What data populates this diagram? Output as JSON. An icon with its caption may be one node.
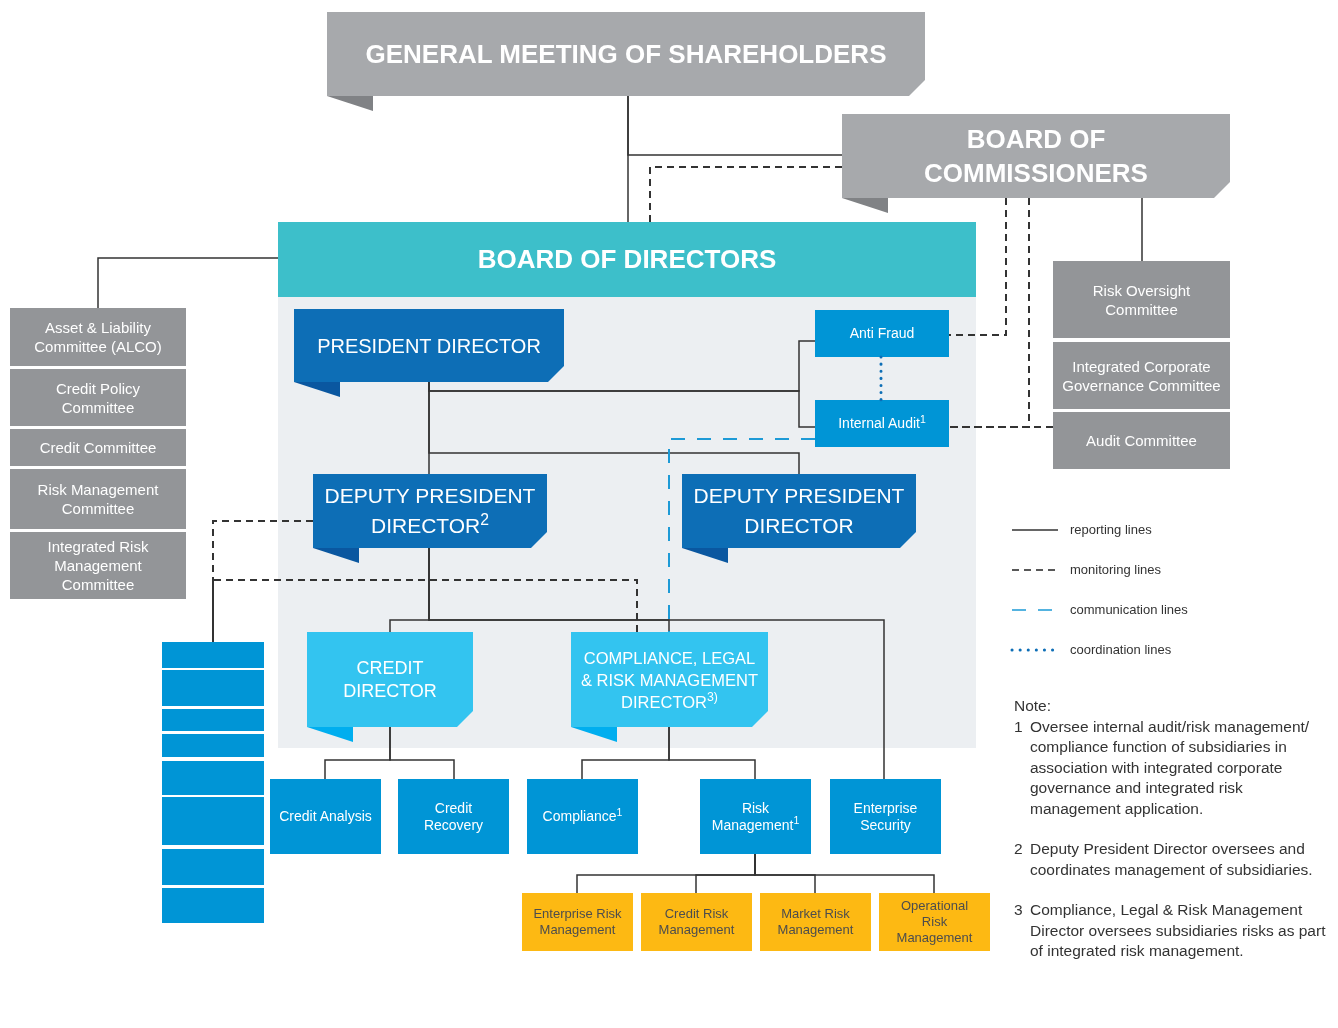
{
  "diagram": {
    "nodes": [
      {
        "text": [
          "GENERAL MEETING OF SHAREHOLDERS"
        ]
      },
      {
        "text": [
          "BOARD OF COMMISSIONERS"
        ]
      },
      {
        "text": [
          "BOARD OF DIRECTORS"
        ]
      },
      {
        "text": [
          "PRESIDENT DIRECTOR"
        ],
        "in": 2
      },
      {
        "text": [
          "Anti Fraud"
        ],
        "in": 2
      },
      {
        "text": [
          "Internal Audit$^{1}$"
        ],
        "in": 2
      },
      {
        "text": [
          "DEPUTY PRESIDENT DIRECTOR$^{2}$"
        ],
        "in": 2
      },
      {
        "text": [
          "DEPUTY PRESIDENT DIRECTOR"
        ],
        "in": 2
      },
      {
        "text": [
          "CREDIT DIRECTOR"
        ],
        "in": 2
      },
      {
        "text": [
          "COMPLIANCE, LEGAL & RISK MANAGEMENT DIRECTOR$^{3)}$"
        ],
        "in": 2
      },
      {
        "text": [
          "Credit Analysis"
        ]
      },
      {
        "text": [
          "Credit Recovery"
        ]
      },
      {
        "text": [
          "Compliance$^{1}$"
        ]
      },
      {
        "text": [
          "Risk Management$^{1}$"
        ]
      },
      {
        "text": [
          "Enterprise Security"
        ]
      },
      {
        "text": [
          "Enterprise Risk Management"
        ]
      },
      {
        "text": [
          "Credit Risk Management"
        ]
      },
      {
        "text": [
          "Market Risk Management"
        ]
      },
      {
        "text": [
          "Operational Risk Management"
        ]
      },
      {
        "text": [
          "Risk Oversight Committee"
        ]
      },
      {
        "text": [
          "Integrated Corporate Governance Committee"
        ]
      },
      {
        "text": [
          "Audit Committee"
        ]
      },
      {
        "text": [
          "Asset & Liability Committee (ALCO)"
        ]
      },
      {
        "text": [
          "Credit Policy Committee"
        ]
      },
      {
        "text": [
          "Credit Committee"
        ]
      },
      {
        "text": [
          "Risk Management Committee"
        ]
      },
      {
        "text": [
          "Integrated Risk Management Committee"
        ]
      },
      {
        "text": [],
        "shape": "box"
      },
      {
        "text": [],
        "shape": "box"
      },
      {
        "text": [],
        "shape": "box"
      },
      {
        "text": [],
        "shape": "box"
      },
      {
        "text": [],
        "shape": "box"
      },
      {
        "text": [],
        "shape": "box"
      },
      {
        "text": [],
        "shape": "box"
      },
      {
        "text": [],
        "shape": "box"
      }
    ],
    "edges": [
      {
        "from": 0,
        "to": 2,
        "arrow": "none"
      },
      {
        "from": 0,
        "to": 1,
        "arrow": "none"
      },
      {
        "from": 1,
        "to": 19,
        "arrow": "none"
      },
      {
        "from": 2,
        "to": 22,
        "arrow": "none"
      },
      {
        "from": 3,
        "to": 4,
        "arrow": "none"
      },
      {
        "from": 3,
        "to": 5,
        "arrow": "none"
      },
      {
        "from": 3,
        "to": 6,
        "arrow": "none"
      },
      {
        "from": 3,
        "to": 7,
        "arrow": "none"
      },
      {
        "from": 6,
        "to": 8,
        "arrow": "none"
      },
      {
        "from": 6,
        "to": 9,
        "arrow": "none"
      },
      {
        "from": 6,
        "to": 14,
        "arrow": "none"
      },
      {
        "from": 8,
        "to": 10,
        "arrow": "none"
      },
      {
        "from": 8,
        "to": 11,
        "arrow": "none"
      },
      {
        "from": 9,
        "to": 12,
        "arrow": "none"
      },
      {
        "from": 9,
        "to": 13,
        "arrow": "none"
      },
      {
        "from": 13,
        "to": 15,
        "arrow": "none"
      },
      {
        "from": 13,
        "to": 16,
        "arrow": "none"
      },
      {
        "from": 13,
        "to": 17,
        "arrow": "none"
      },
      {
        "from": 13,
        "to": 18,
        "arrow": "none"
      },
      {
        "from": 1,
        "to": 2,
        "arrow": "none",
        "style": "dashed"
      },
      {
        "from": 1,
        "to": 4,
        "arrow": "none",
        "style": "dashed"
      },
      {
        "from": 1,
        "to": 5,
        "arrow": "none",
        "style": "dashed"
      },
      {
        "from": 21,
        "to": 5,
        "arrow": "none",
        "style": "dashed"
      },
      {
        "from": 6,
        "to": 27,
        "arrow": "none",
        "style": "dashed"
      },
      {
        "from": 9,
        "to": 27,
        "arrow": "none",
        "style": "dashed"
      },
      {
        "from": 5,
        "to": 9,
        "arrow": "none",
        "style": "dashed",
        "color": "#1d9ad6"
      },
      {
        "from": 4,
        "to": 5,
        "arrow": "none",
        "style": "dashed",
        "color": "#0d6eb6"
      }
    ],
    "labels": [
      "Note:",
      "1",
      "Oversee internal audit/risk management/ compliance function of subsidiaries in association with integrated corporate governance and integrated risk management application.",
      "2",
      "Deputy President Director oversees and coordinates management of subsidiaries.",
      "3",
      "Compliance, Legal & Risk Management Director oversees subsidiaries risks as part of integrated risk management."
    ],
    "legend": [
      {
        "text": "reporting lines"
      },
      {
        "text": "monitoring lines"
      },
      {
        "text": "communication lines"
      },
      {
        "text": "coordination lines"
      }
    ]
  }
}
